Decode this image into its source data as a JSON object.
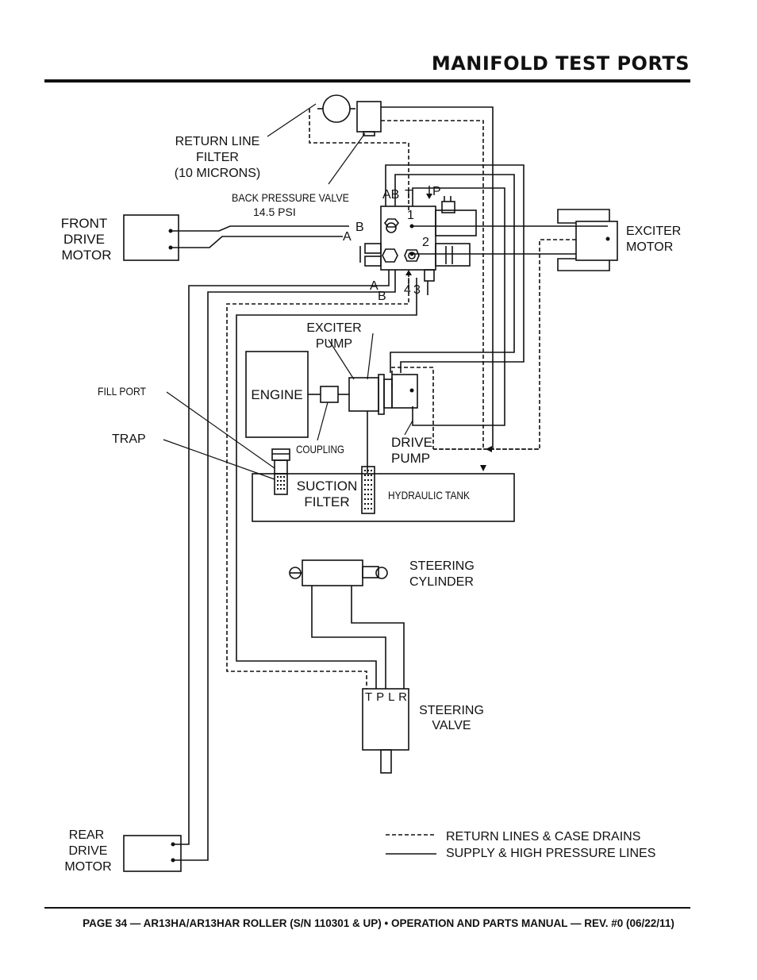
{
  "header": {
    "title": "MANIFOLD TEST PORTS"
  },
  "footer": {
    "text": "PAGE 34 — AR13HA/AR13HAR ROLLER (S/N 110301 & UP) • OPERATION AND PARTS MANUAL — REV. #0 (06/22/11)"
  },
  "labels": {
    "return_filter_1": "RETURN LINE",
    "return_filter_2": "FILTER",
    "return_filter_3": "(10 MICRONS)",
    "back_pressure_1": "BACK PRESSURE VALVE",
    "back_pressure_2": "14.5 PSI",
    "front_motor_1": "FRONT",
    "front_motor_2": "DRIVE",
    "front_motor_3": "MOTOR",
    "exciter_motor_1": "EXCITER",
    "exciter_motor_2": "MOTOR",
    "exciter_pump_1": "EXCITER",
    "exciter_pump_2": "PUMP",
    "engine": "ENGINE",
    "coupling": "COUPLING",
    "drive_pump_1": "DRIVE",
    "drive_pump_2": "PUMP",
    "fill_port": "FILL PORT",
    "trap": "TRAP",
    "suction_filter_1": "SUCTION",
    "suction_filter_2": "FILTER",
    "hydraulic_tank": "HYDRAULIC TANK",
    "steering_cylinder_1": "STEERING",
    "steering_cylinder_2": "CYLINDER",
    "steering_valve_1": "STEERING",
    "steering_valve_2": "VALVE",
    "steering_ports": "T P L R",
    "rear_motor_1": "REAR",
    "rear_motor_2": "DRIVE",
    "rear_motor_3": "MOTOR"
  },
  "ports": {
    "top_ab": "AB",
    "top_t": "T",
    "top_p": "P",
    "port_1": "1",
    "port_2": "2",
    "left_b": "B",
    "left_a": "A",
    "bottom_a": "A",
    "bottom_b": "B",
    "port_4": "4",
    "port_3": "3"
  },
  "legend": {
    "dashed": "RETURN LINES & CASE DRAINS",
    "solid": "SUPPLY & HIGH PRESSURE LINES"
  }
}
